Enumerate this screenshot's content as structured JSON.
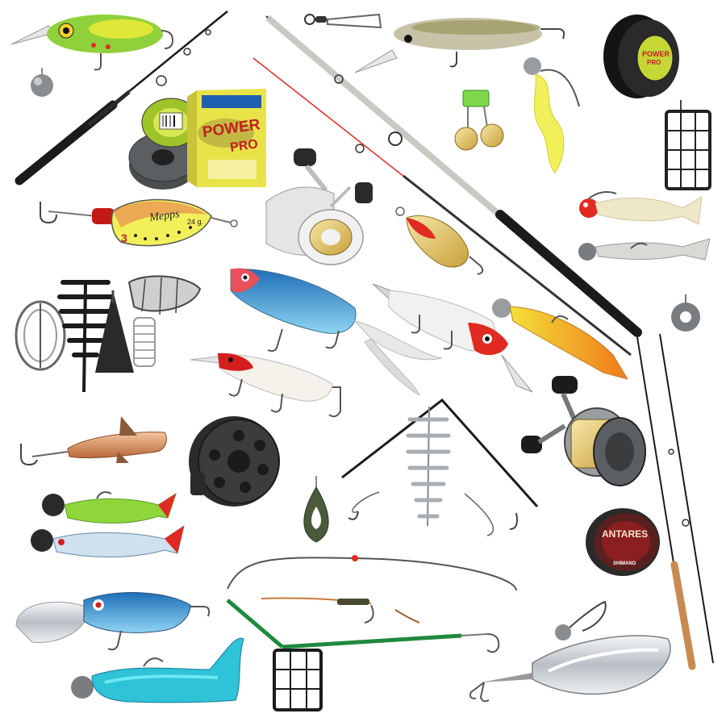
{
  "image": {
    "kind": "product collage",
    "background": "#ffffff"
  },
  "text": {
    "power_pro_box_brand": "POWER",
    "power_pro_box_sub": "PRO",
    "power_pro_spool_brand": "POWER",
    "power_pro_spool_sub": "PRO",
    "antares_line_brand": "ANTARES",
    "shimano_line_label": "SHIMANO",
    "mepps_spinner_brand": "Mepps",
    "mepps_spinner_size": "24 g.",
    "mepps_spinner_number": "3"
  },
  "colors": {
    "rod_black": "#1b1b1b",
    "rod_silver": "#c9c9c4",
    "cork": "#c98a52",
    "line_green": "#c6d635",
    "lure_red": "#e12a22",
    "lure_orange": "#f18a1d",
    "lure_yellow": "#f2ec5a",
    "lure_blue": "#3a8fd1",
    "chrome": "#c8ccd0",
    "lead": "#6a6a6a",
    "spring": "#b8bcc0",
    "feeder_green": "#1f8a3c"
  }
}
